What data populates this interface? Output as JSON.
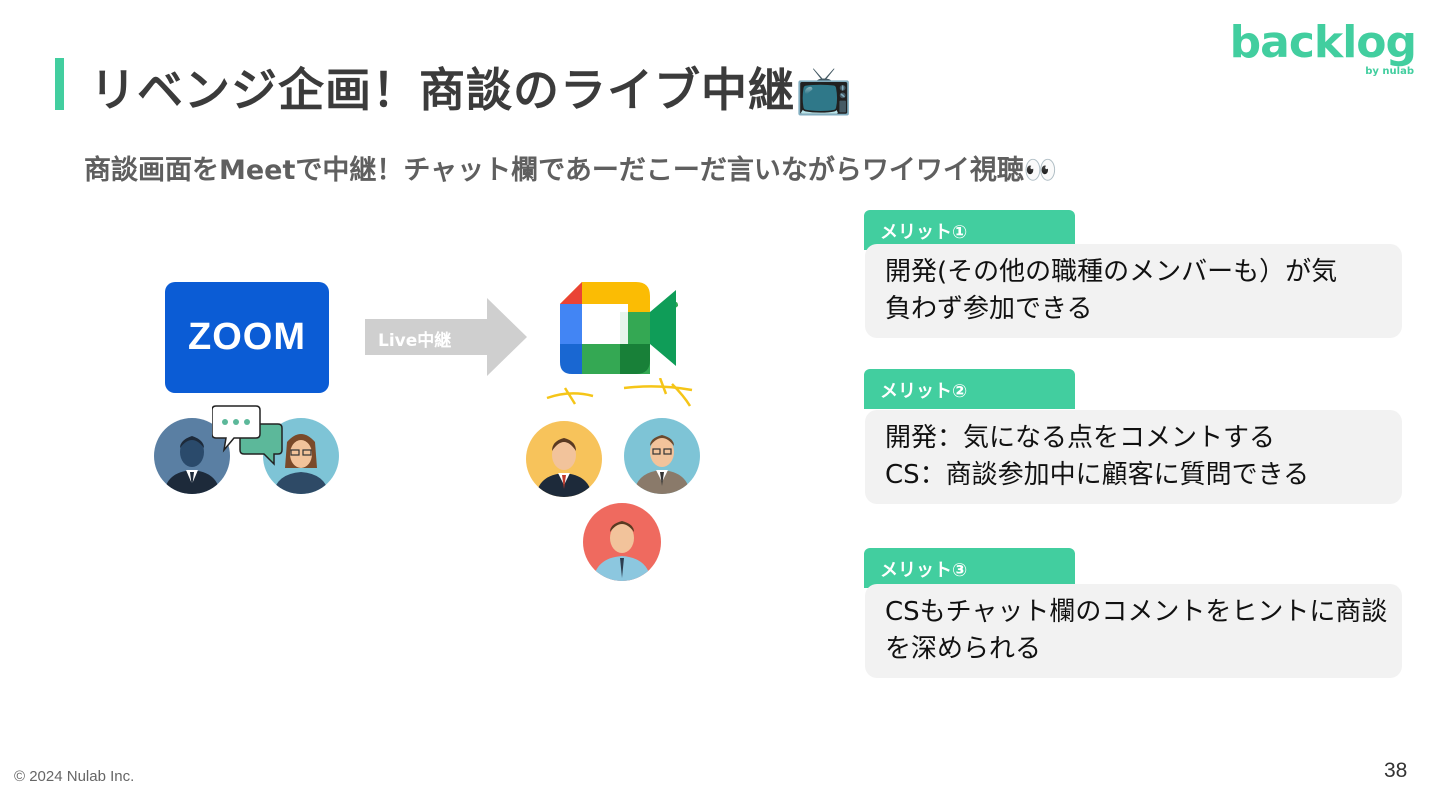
{
  "slide": {
    "title": "リベンジ企画！商談のライブ中継📺",
    "subtitle": "商談画面をMeetで中継！チャット欄であーだこーだ言いながらワイワイ視聴👀"
  },
  "logo": {
    "name": "backlog",
    "byline": "by nulab"
  },
  "diagram": {
    "zoom_label": "ZOOM",
    "arrow_label": "Live中継",
    "icons": [
      "zoom-logo",
      "arrow-right-icon",
      "google-meet-icon",
      "chat-bubble-icon",
      "person-avatar-icon"
    ]
  },
  "merits": [
    {
      "tag": "メリット①",
      "text": "開発(その他の職種のメンバーも）が気\n負わず参加できる"
    },
    {
      "tag": "メリット②",
      "text": "開発：気になる点をコメントする\nCS：商談参加中に顧客に質問できる"
    },
    {
      "tag": "メリット③",
      "text": "CSもチャット欄のコメントをヒントに商談\nを深められる"
    }
  ],
  "footer": {
    "copyright": "© 2024 Nulab Inc.",
    "page_number": "38"
  },
  "colors": {
    "accent": "#42ce9f",
    "zoom_blue": "#0b5cd5",
    "arrow_gray": "#cfcfcf",
    "box_bg": "#f2f2f2"
  }
}
